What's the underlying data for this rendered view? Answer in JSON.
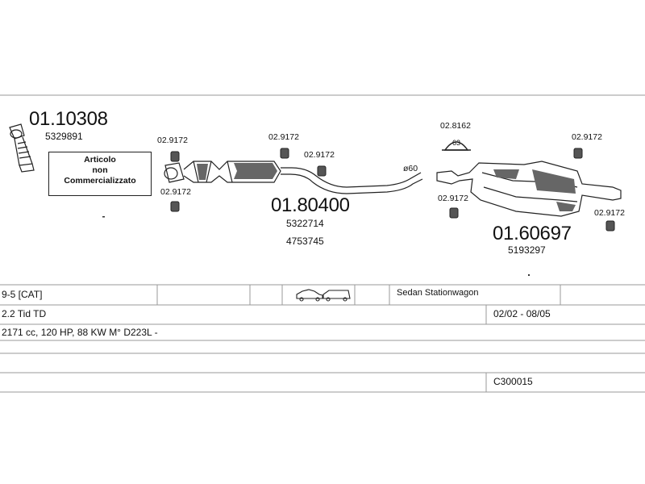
{
  "main_part": {
    "number": "01.10308",
    "oe": "5329891"
  },
  "notice": {
    "line1": "Articolo",
    "line2": "non",
    "line3": "Commercializzato"
  },
  "mid_section": {
    "number": "01.80400",
    "oe1": "5322714",
    "oe2": "4753745"
  },
  "rear_section": {
    "number": "01.60697",
    "oe": "5193297"
  },
  "mounts": {
    "m1": "02.9172",
    "m2": "02.9172",
    "m3": "02.9172",
    "m4": "02.9172",
    "m5": "02.8162",
    "m6": "02.9172",
    "m7": "02.9172",
    "m8": "02.9172"
  },
  "clamp_label": "63",
  "pipe_diameter": "ø60",
  "table": {
    "row1_model": "9-5  [CAT]",
    "row1_body": "Sedan  Stationwagon",
    "row2_engine": "2.2 Tid TD",
    "row2_years": "02/02 - 08/05",
    "row3_specs": "2171 cc, 120 HP, 88 KW M° D223L -",
    "row5_code": "C300015"
  }
}
